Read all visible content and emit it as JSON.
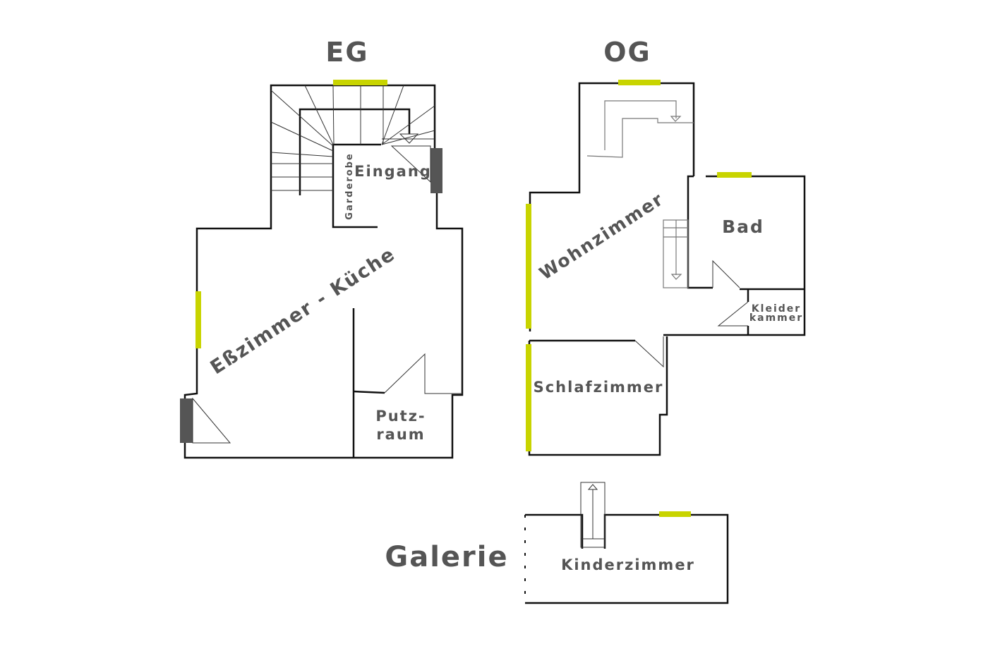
{
  "floors": {
    "eg": {
      "title": "EG",
      "rooms": {
        "dining_kitchen": "Eßzimmer - Küche",
        "wardrobe": "Garderobe",
        "entrance": "Eingang",
        "utility_1": "Putz-",
        "utility_2": "raum"
      }
    },
    "og": {
      "title": "OG",
      "rooms": {
        "living": "Wohnzimmer",
        "bath": "Bad",
        "closet_1": "Kleider",
        "closet_2": "kammer",
        "bedroom": "Schlafzimmer"
      }
    },
    "galerie": {
      "title": "Galerie",
      "rooms": {
        "kids": "Kinderzimmer"
      }
    }
  },
  "colors": {
    "window": "#c8d400",
    "door": "#555555",
    "label": "#555555",
    "wall": "#111111"
  }
}
